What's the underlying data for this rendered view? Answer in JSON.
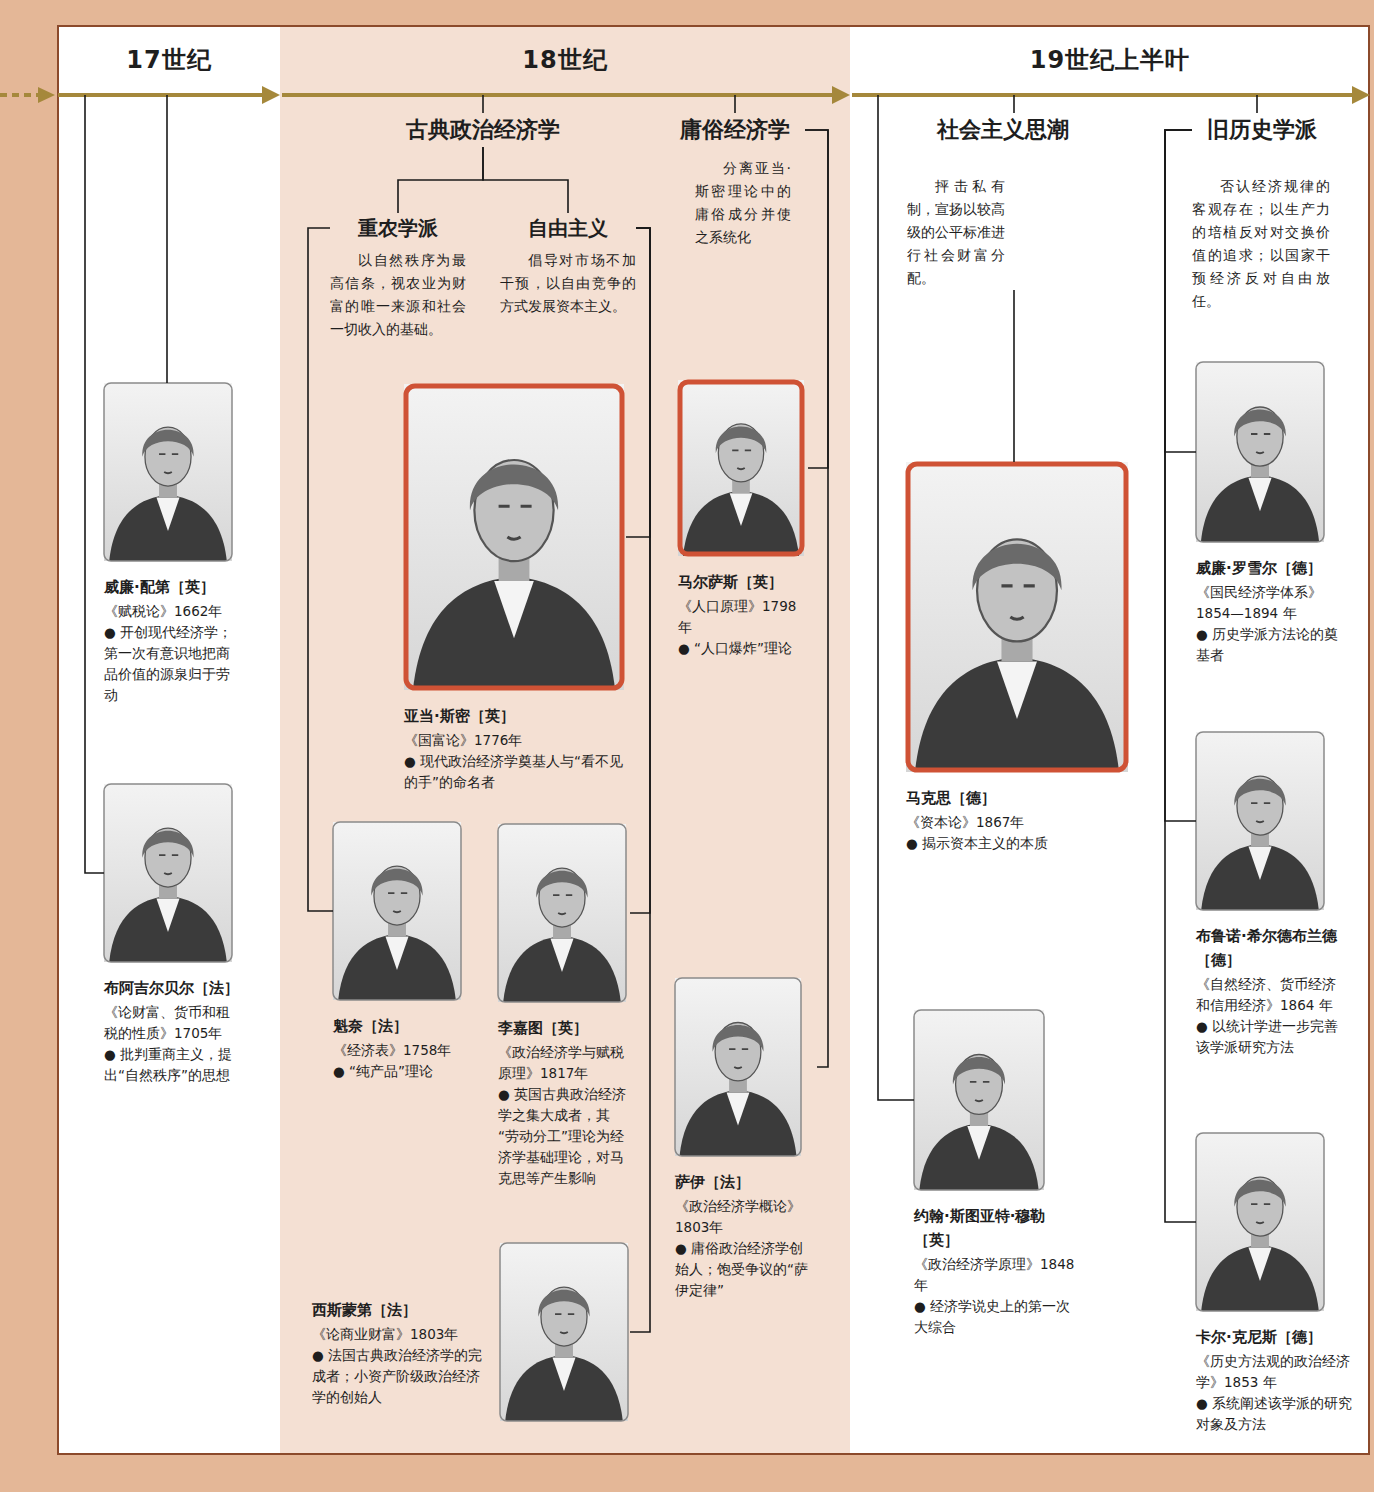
{
  "diagram": {
    "nodes": [
      {
        "text": [
          "17世纪"
        ]
      },
      {
        "text": [
          "18世纪"
        ]
      },
      {
        "text": [
          "19世纪上半叶"
        ]
      },
      {
        "text": [
          "威廉·配第［英］",
          "《赋税论》1662年",
          "● 开创现代经济学；第一次有意识地把商品价值的源泉归于劳动"
        ]
      },
      {
        "text": [
          "布阿吉尔贝尔［法］",
          "《论财富、货币和租税的性质》1705年",
          "● 批判重商主义，提出“自然秩序”的思想"
        ]
      },
      {
        "text": [
          "古典政治经济学"
        ]
      },
      {
        "text": [
          "重农学派",
          "以自然秩序为最高信条，视农业为财富的唯一来源和社会一切收入的基础。"
        ]
      },
      {
        "text": [
          "自由主义",
          "倡导对市场不加干预，以自由竞争的方式发展资本主义。"
        ]
      },
      {
        "text": [
          "庸俗经济学",
          "分离亚当·斯密理论中的庸俗成分并使之系统化"
        ]
      },
      {
        "text": [
          "亚当·斯密［英］",
          "《国富论》1776年",
          "● 现代政治经济学奠基人与“看不见的手”的命名者"
        ]
      },
      {
        "text": [
          "马尔萨斯［英］",
          "《人口原理》1798年",
          "● “人口爆炸”理论"
        ]
      },
      {
        "text": [
          "魁奈［法］",
          "《经济表》1758年",
          "● “纯产品”理论"
        ]
      },
      {
        "text": [
          "李嘉图［英］",
          "《政治经济学与赋税原理》1817年",
          "● 英国古典政治经济学之集大成者，其“劳动分工”理论为经济学基础理论，对马克思等产生影响"
        ]
      },
      {
        "text": [
          "萨伊［法］",
          "《政治经济学概论》1803年",
          "● 庸俗政治经济学创始人；饱受争议的“萨伊定律”"
        ]
      },
      {
        "text": [
          "西斯蒙第［法］",
          "《论商业财富》1803年",
          "● 法国古典政治经济学的完成者；小资产阶级政治经济学的创始人"
        ]
      },
      {
        "text": [
          "社会主义思潮",
          "抨击私有制，宣扬以较高级的公平标准进行社会财富分配。"
        ]
      },
      {
        "text": [
          "旧历史学派",
          "否认经济规律的客观存在；以生产力的培植反对对交换价值的追求；以国家干预经济反对自由放任。"
        ]
      },
      {
        "text": [
          "马克思［德］",
          "《资本论》1867年",
          "● 揭示资本主义的本质"
        ]
      },
      {
        "text": [
          "约翰·斯图亚特·穆勒［英］",
          "《政治经济学原理》1848 年",
          "● 经济学说史上的第一次大综合"
        ]
      },
      {
        "text": [
          "威廉·罗雪尔［德］",
          "《国民经济学体系》1854—1894 年",
          "● 历史学派方法论的奠基者"
        ]
      },
      {
        "text": [
          "布鲁诺·希尔德布兰德［德］",
          "《自然经济、货币经济和信用经济》1864 年",
          "● 以统计学进一步完善该学派研究方法"
        ]
      },
      {
        "text": [
          "卡尔·克尼斯［德］",
          "《历史方法观的政治经济学》1853 年",
          "● 系统阐述该学派的研究对象及方法"
        ]
      }
    ],
    "edges": [
      {
        "from": 0,
        "to": 3,
        "arrow": "none"
      },
      {
        "from": 0,
        "to": 4,
        "arrow": "none"
      },
      {
        "from": 1,
        "to": 5,
        "arrow": "none"
      },
      {
        "from": 1,
        "to": 8,
        "arrow": "none"
      },
      {
        "from": 5,
        "to": 6,
        "arrow": "none"
      },
      {
        "from": 5,
        "to": 7,
        "arrow": "none"
      },
      {
        "from": 6,
        "to": 11,
        "arrow": "none"
      },
      {
        "from": 7,
        "to": 9,
        "arrow": "none"
      },
      {
        "from": 7,
        "to": 12,
        "arrow": "none"
      },
      {
        "from": 7,
        "to": 14,
        "arrow": "none"
      },
      {
        "from": 8,
        "to": 10,
        "arrow": "none"
      },
      {
        "from": 8,
        "to": 13,
        "arrow": "none"
      },
      {
        "from": 2,
        "to": 15,
        "arrow": "none"
      },
      {
        "from": 2,
        "to": 16,
        "arrow": "none"
      },
      {
        "from": 15,
        "to": 17,
        "arrow": "none"
      },
      {
        "from": 2,
        "to": 18,
        "arrow": "none"
      },
      {
        "from": 16,
        "to": 19,
        "arrow": "none"
      },
      {
        "from": 16,
        "to": 20,
        "arrow": "none"
      },
      {
        "from": 16,
        "to": 21,
        "arrow": "none"
      }
    ]
  }
}
